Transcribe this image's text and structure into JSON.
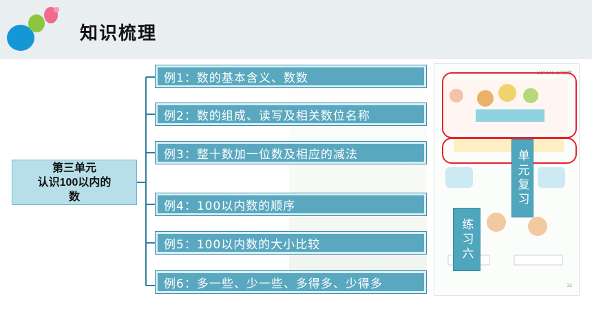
{
  "header": {
    "title": "知识梳理"
  },
  "colors": {
    "header_bg": "#e9eef1",
    "accent": "#5aa8c0",
    "root_box": "#b7dfe9",
    "highlight_red": "#e8202a"
  },
  "mindmap": {
    "root_label": "第三单元\n认识100以内的\n数",
    "examples": [
      {
        "label": "例1：数的基本含义、数数"
      },
      {
        "label": "例2：数的组成、读写及相关数位名称"
      },
      {
        "label": "例3：整十数加一位数及相应的减法"
      },
      {
        "label": "例4：100以内数的顺序"
      },
      {
        "label": "例5：100以内数的大小比较"
      },
      {
        "label": "例6：多一些、少一些、多得多、少得多"
      }
    ]
  },
  "side_labels": {
    "unit_review": "单元复习",
    "exercise_six": "练习六"
  },
  "textbook": {
    "header_text": "认识 100 以内的数",
    "page_number": "33"
  }
}
